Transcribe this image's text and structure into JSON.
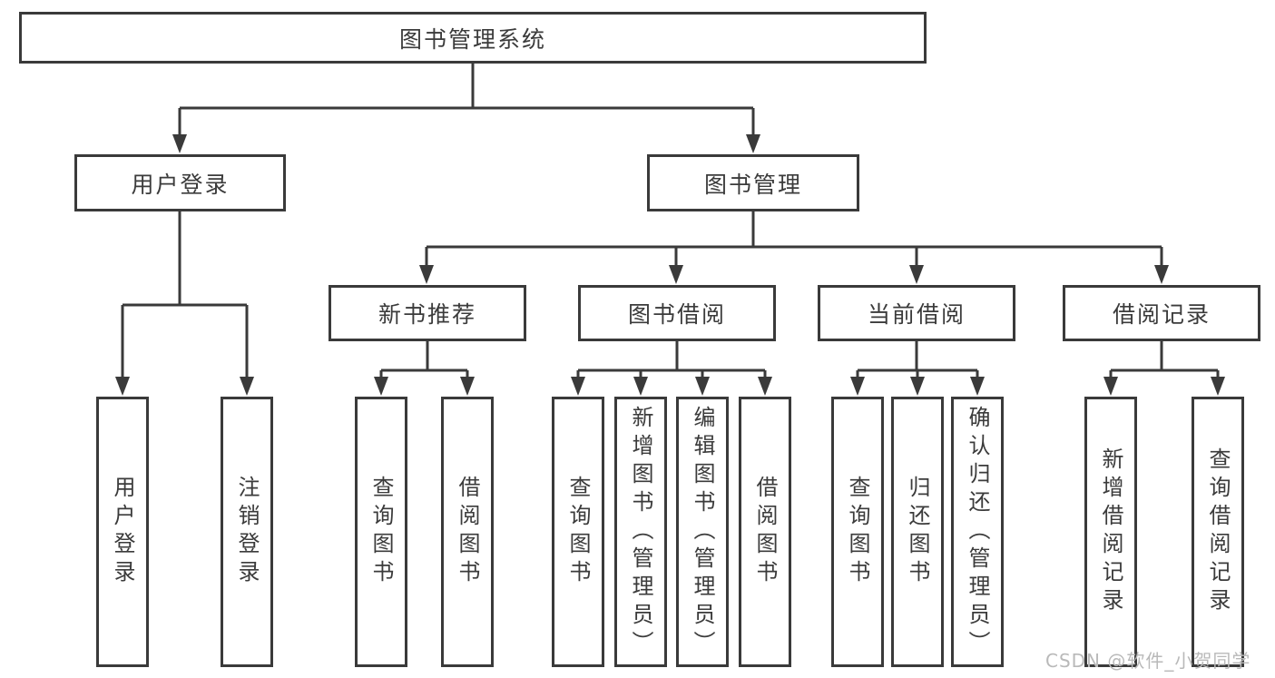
{
  "diagram": {
    "title": "图书管理系统",
    "line_color": "#3a3a3a",
    "box_border_color": "#3a3a3a",
    "text_color": "#3b3b3b",
    "background_color": "#ffffff",
    "tree": {
      "root": {
        "label": "图书管理系统"
      },
      "branches": [
        {
          "label": "用户登录",
          "children": [
            {
              "label": "用户登录"
            },
            {
              "label": "注销登录"
            }
          ]
        },
        {
          "label": "图书管理",
          "children": [
            {
              "label": "新书推荐",
              "children": [
                {
                  "label": "查询图书"
                },
                {
                  "label": "借阅图书"
                }
              ]
            },
            {
              "label": "图书借阅",
              "children": [
                {
                  "label": "查询图书"
                },
                {
                  "label": "新增图书（管理员）"
                },
                {
                  "label": "编辑图书（管理员）"
                },
                {
                  "label": "借阅图书"
                }
              ]
            },
            {
              "label": "当前借阅",
              "children": [
                {
                  "label": "查询图书"
                },
                {
                  "label": "归还图书"
                },
                {
                  "label": "确认归还（管理员）"
                }
              ]
            },
            {
              "label": "借阅记录",
              "children": [
                {
                  "label": "新增借阅记录"
                },
                {
                  "label": "查询借阅记录"
                }
              ]
            }
          ]
        }
      ]
    }
  },
  "watermark": {
    "text": "CSDN @软件_小贺同学",
    "color": "#b9b9b9"
  }
}
